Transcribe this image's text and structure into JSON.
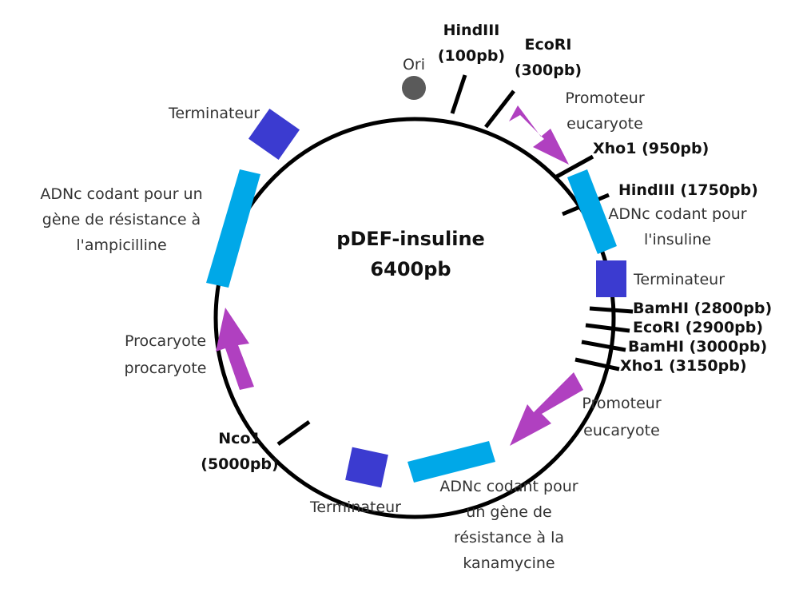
{
  "plasmid": {
    "name": "pDEF-insuline",
    "size": "6400pb"
  },
  "colors": {
    "backbone": "#000000",
    "origin": "#5a5a5a",
    "promoter": "#b040c0",
    "cdna": "#00a8e8",
    "terminator": "#3b3bd0",
    "text": "#333333"
  },
  "origin": {
    "label": "Ori"
  },
  "sites": {
    "hind100": {
      "name": "HindIII",
      "pos": "(100pb)"
    },
    "eco300": {
      "name": "EcoRI",
      "pos": "(300pb)"
    },
    "xho950": {
      "label": "Xho1 (950pb)"
    },
    "hind1750": {
      "label": "HindIII (1750pb)"
    },
    "bam2800": {
      "label": "BamHI (2800pb)"
    },
    "eco2900": {
      "label": "EcoRI (2900pb)"
    },
    "bam3000": {
      "label": "BamHI (3000pb)"
    },
    "xho3150": {
      "label": "Xho1 (3150pb)"
    },
    "nco5000": {
      "name": "Nco1",
      "pos": "(5000pb)"
    }
  },
  "features": {
    "prom_euk_1": {
      "lines": [
        "Promoteur",
        "eucaryote"
      ],
      "icon": "arrow-icon"
    },
    "cdna_insulin": {
      "lines": [
        "ADNc codant pour",
        "l'insuline"
      ]
    },
    "term_right": {
      "label": "Terminateur"
    },
    "prom_euk_2": {
      "lines": [
        "Promoteur",
        "eucaryote"
      ],
      "icon": "arrow-icon"
    },
    "cdna_kan": {
      "lines": [
        "ADNc codant pour",
        "un gène de",
        "résistance à la",
        "kanamycine"
      ]
    },
    "term_bottom": {
      "label": "Terminateur"
    },
    "prom_prok": {
      "lines": [
        "Procaryote",
        "procaryote"
      ],
      "icon": "arrow-icon"
    },
    "cdna_amp": {
      "lines": [
        "ADNc codant pour un",
        "gène de résistance à",
        "l'ampicilline"
      ]
    },
    "term_topleft": {
      "label": "Terminateur"
    }
  }
}
